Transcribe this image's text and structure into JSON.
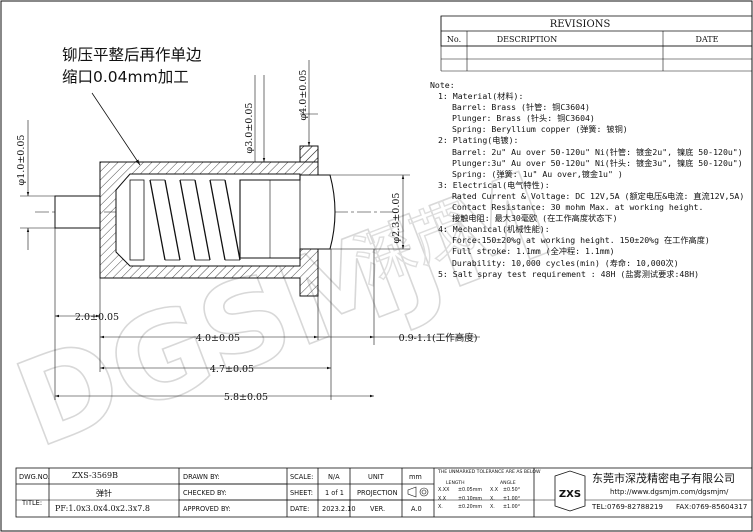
{
  "revisions": {
    "title": "REVISIONS",
    "col_no": "No.",
    "col_description": "DESCRIPTION",
    "col_date": "DATE"
  },
  "riveting_note": {
    "line1": "铆压平整后再作单边",
    "line2": "缩口0.04mm加工"
  },
  "dimensions": {
    "d_barrel_outer": "φ3.0±0.05",
    "d_flange": "φ4.0±0.05",
    "d_tail": "φ1.0±0.05",
    "d_plunger": "φ2.3±0.05",
    "l_tail": "2.0±0.05",
    "l_body": "4.0±0.05",
    "l_mid": "4.7±0.05",
    "l_total": "5.8±0.05",
    "working_height": "0.9-1.1(工作高度)"
  },
  "watermark": "DGSMJM",
  "watermark_cn": "深茂",
  "notes": {
    "title": "Note:",
    "lines": [
      {
        "t": "1: Material(材料):",
        "lvl": 1
      },
      {
        "t": "Barrel: Brass (针管: 铜C3604)",
        "lvl": 2
      },
      {
        "t": "Plunger: Brass (针头: 铜C3604)",
        "lvl": 2
      },
      {
        "t": "Spring: Beryllium copper (弹簧: 铍铜)",
        "lvl": 2
      },
      {
        "t": "2: Plating(电镀):",
        "lvl": 1
      },
      {
        "t": "Barrel: 2u\" Au over 50-120u\" Ni(针管: 镀金2u\", 镍底 50-120u\")",
        "lvl": 2
      },
      {
        "t": "Plunger:3u\" Au over  50-120u\" Ni(针头: 镀金3u\", 镍底 50-120u\")",
        "lvl": 2
      },
      {
        "t": "Spring: (弹簧: 1u\" Au over,镀金1u\" )",
        "lvl": 2
      },
      {
        "t": "3: Electrical(电气特性):",
        "lvl": 1
      },
      {
        "t": "Rated Current & Voltage: DC 12V,5A (额定电压&电流: 直流12V,5A)",
        "lvl": 2
      },
      {
        "t": "Contact Resistance: 30 mohm Max. at working height.",
        "lvl": 2
      },
      {
        "t": "接触电阻: 最大30毫欧 (在工作高度状态下)",
        "lvl": 2
      },
      {
        "t": "4: Mechanical(机械性能):",
        "lvl": 1
      },
      {
        "t": "Force:150±20%g  at working height. 150±20%g  在工作高度)",
        "lvl": 2
      },
      {
        "t": "Full stroke: 1.1mm (全冲程: 1.1mm)",
        "lvl": 2
      },
      {
        "t": "Durability: 10,000 cycles(min) (寿命: 10,000次)",
        "lvl": 2
      },
      {
        "t": "5:  Salt spray test requirement : 48H (盐雾测试要求:48H)",
        "lvl": 1
      }
    ]
  },
  "title_block": {
    "dwg_no_label": "DWG.NO.",
    "dwg_no": "ZXS-3569B",
    "title_label": "TITLE:",
    "title_cn": "弹针",
    "title_spec": "PF:1.0x3.0x4.0x2.3x7.8",
    "drawn_by": "DRAWN BY:",
    "checked_by": "CHECKED BY:",
    "approved_by": "APPROVED BY:",
    "scale_label": "SCALE:",
    "scale": "N/A",
    "unit_label": "UNIT",
    "unit": "mm",
    "sheet_label": "SHEET:",
    "sheet": "1 of 1",
    "projection_label": "PROJECTION",
    "date_label": "DATE:",
    "date": "2023.2.10",
    "ver_label": "VER.",
    "ver": "A.0",
    "tolerance_title": "THE UNMARKED TOLERANCE ARE AS BELOW",
    "tol_length": "LENGTH",
    "tol_angle": "ANGLE",
    "tol_rows": [
      {
        "p": "X.XX",
        "v": "±0.05mm",
        "a": "X.X",
        "av": "±0.50°"
      },
      {
        "p": "X.X",
        "v": "±0.10mm",
        "a": "X.",
        "av": "±1.00°"
      },
      {
        "p": "X.",
        "v": "±0.20mm",
        "a": "X.",
        "av": "±1.00°"
      }
    ],
    "company_logo": "ZXS",
    "company_name": "东莞市深茂精密电子有限公司",
    "company_web": "http://www.dgsmjm.com/dgsmjm/",
    "company_tel": "TEL:0769-82788219",
    "company_fax": "FAX:0769-85604317"
  }
}
